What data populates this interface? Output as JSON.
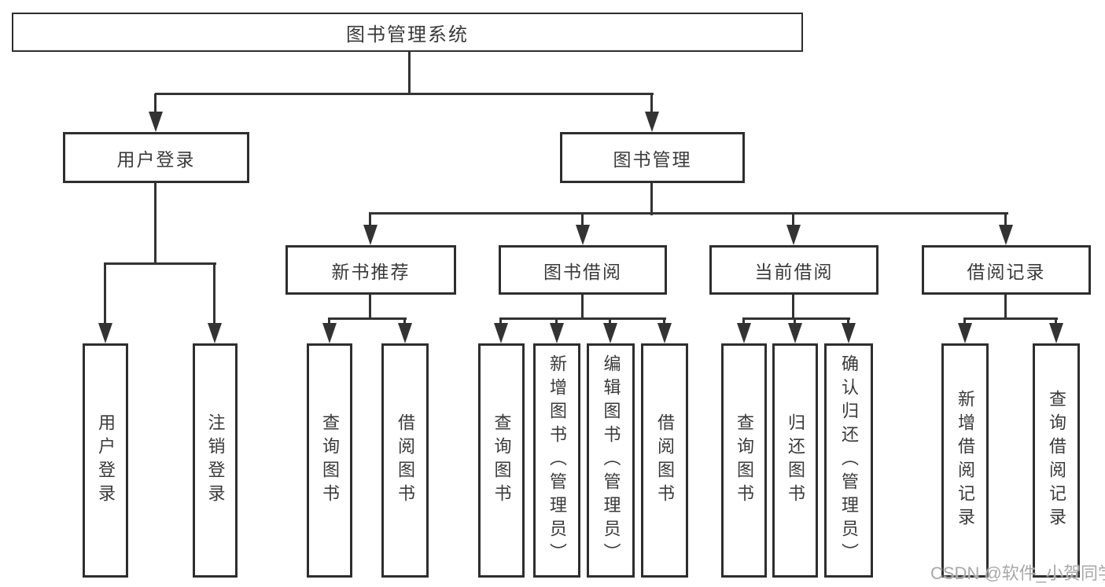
{
  "diagram": {
    "root": {
      "label": "图书管理系统"
    },
    "level2": [
      {
        "label": "用户登录",
        "children": [
          {
            "label": "用户登录"
          },
          {
            "label": "注销登录"
          }
        ]
      },
      {
        "label": "图书管理",
        "children": [
          {
            "label": "新书推荐",
            "children": [
              {
                "label": "查询图书"
              },
              {
                "label": "借阅图书"
              }
            ]
          },
          {
            "label": "图书借阅",
            "children": [
              {
                "label": "查询图书"
              },
              {
                "label": "新增图书（管理员）"
              },
              {
                "label": "编辑图书（管理员）"
              },
              {
                "label": "借阅图书"
              }
            ]
          },
          {
            "label": "当前借阅",
            "children": [
              {
                "label": "查询图书"
              },
              {
                "label": "归还图书"
              },
              {
                "label": "确认归还（管理员）"
              }
            ]
          },
          {
            "label": "借阅记录",
            "children": [
              {
                "label": "新增借阅记录"
              },
              {
                "label": "查询借阅记录"
              }
            ]
          }
        ]
      }
    ]
  },
  "watermark": {
    "text": "CSDN @软件_小贺同学",
    "color": "#a8a8a8"
  },
  "colors": {
    "line": "#333333",
    "box_border": "#2e2e2e",
    "text": "#3a3a3a",
    "background": "#ffffff"
  }
}
